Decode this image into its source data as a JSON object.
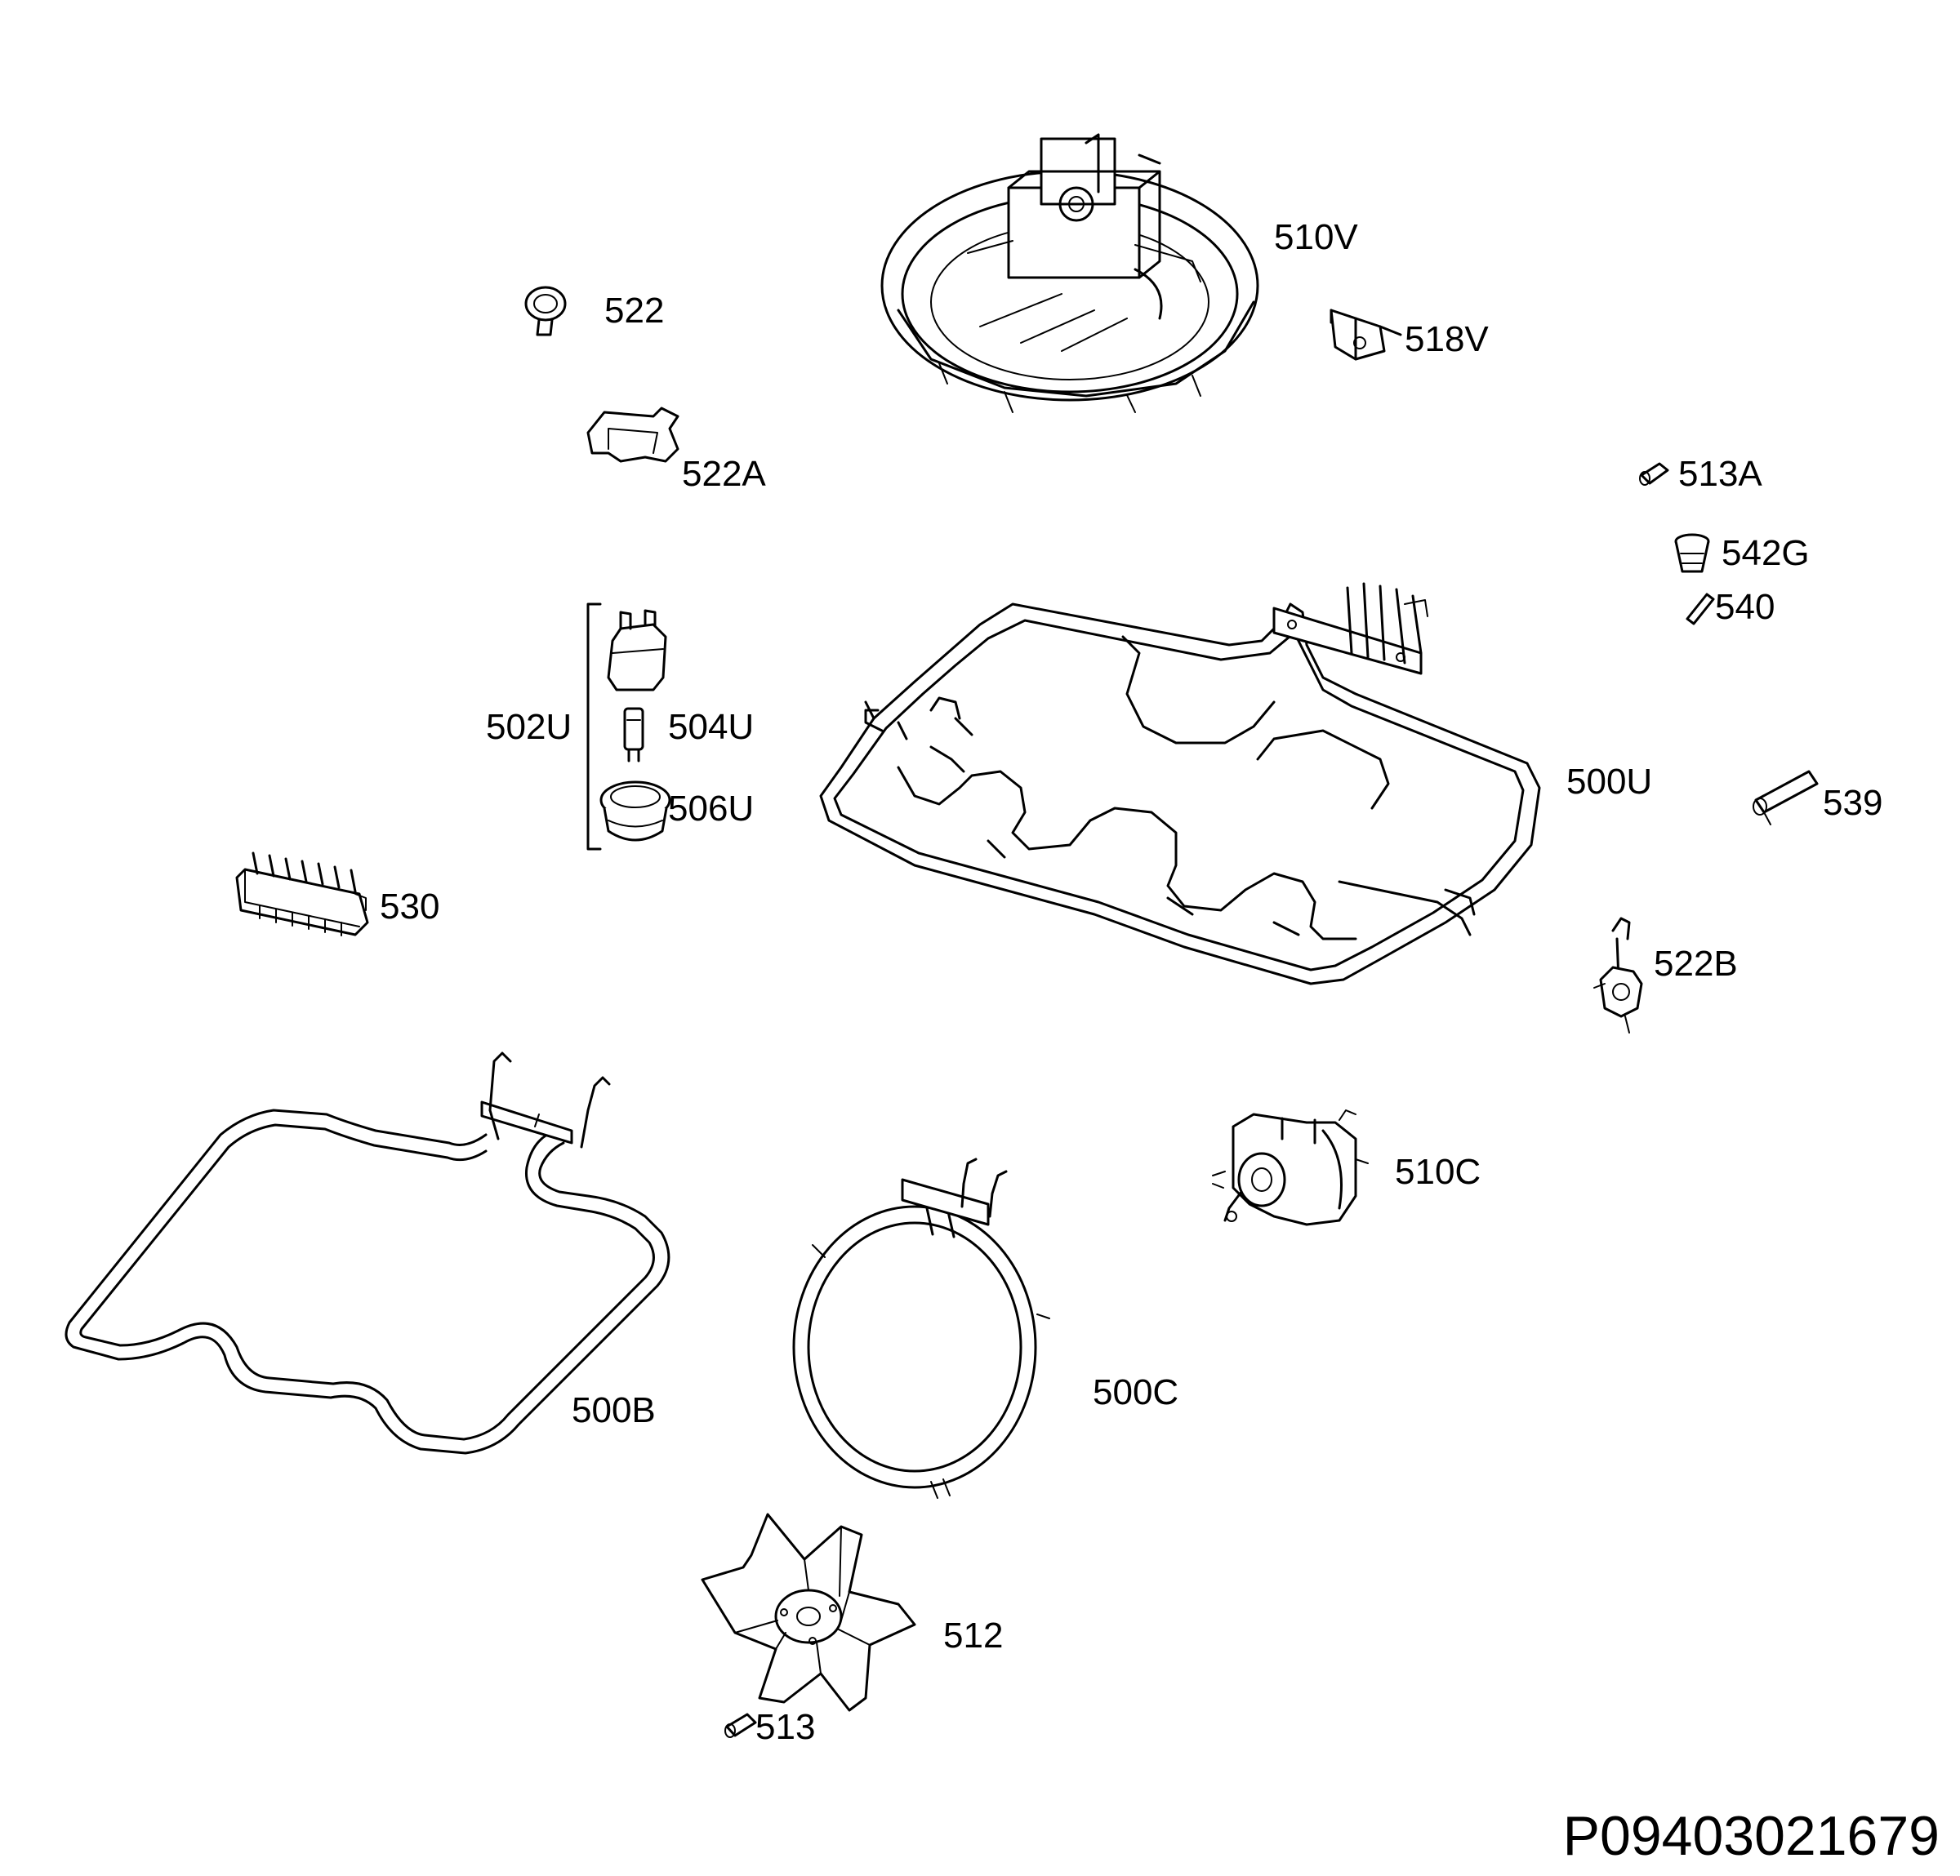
{
  "drawing_code": "P09403021679",
  "parts": {
    "p510V": "510V",
    "p518V": "518V",
    "p522": "522",
    "p522A": "522A",
    "p513A": "513A",
    "p542G": "542G",
    "p540": "540",
    "p502U": "502U",
    "p504U": "504U",
    "p506U": "506U",
    "p500U": "500U",
    "p539": "539",
    "p530": "530",
    "p522B": "522B",
    "p510C": "510C",
    "p500B": "500B",
    "p500C": "500C",
    "p512": "512",
    "p513": "513"
  }
}
